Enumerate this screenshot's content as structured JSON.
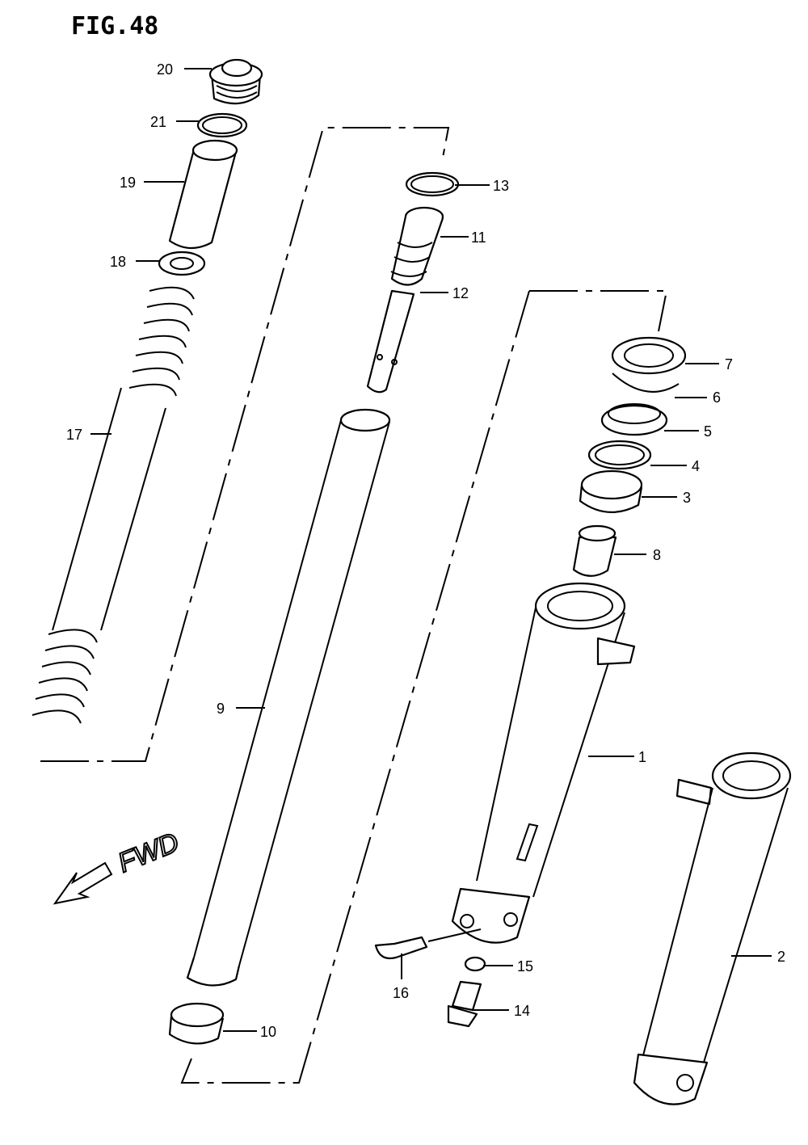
{
  "figure": {
    "title": "FIG.48"
  },
  "direction": {
    "label": "FWD"
  },
  "callouts": [
    "1",
    "2",
    "3",
    "4",
    "5",
    "6",
    "7",
    "8",
    "9",
    "10",
    "11",
    "12",
    "13",
    "14",
    "15",
    "16",
    "17",
    "18",
    "19",
    "20",
    "21"
  ]
}
